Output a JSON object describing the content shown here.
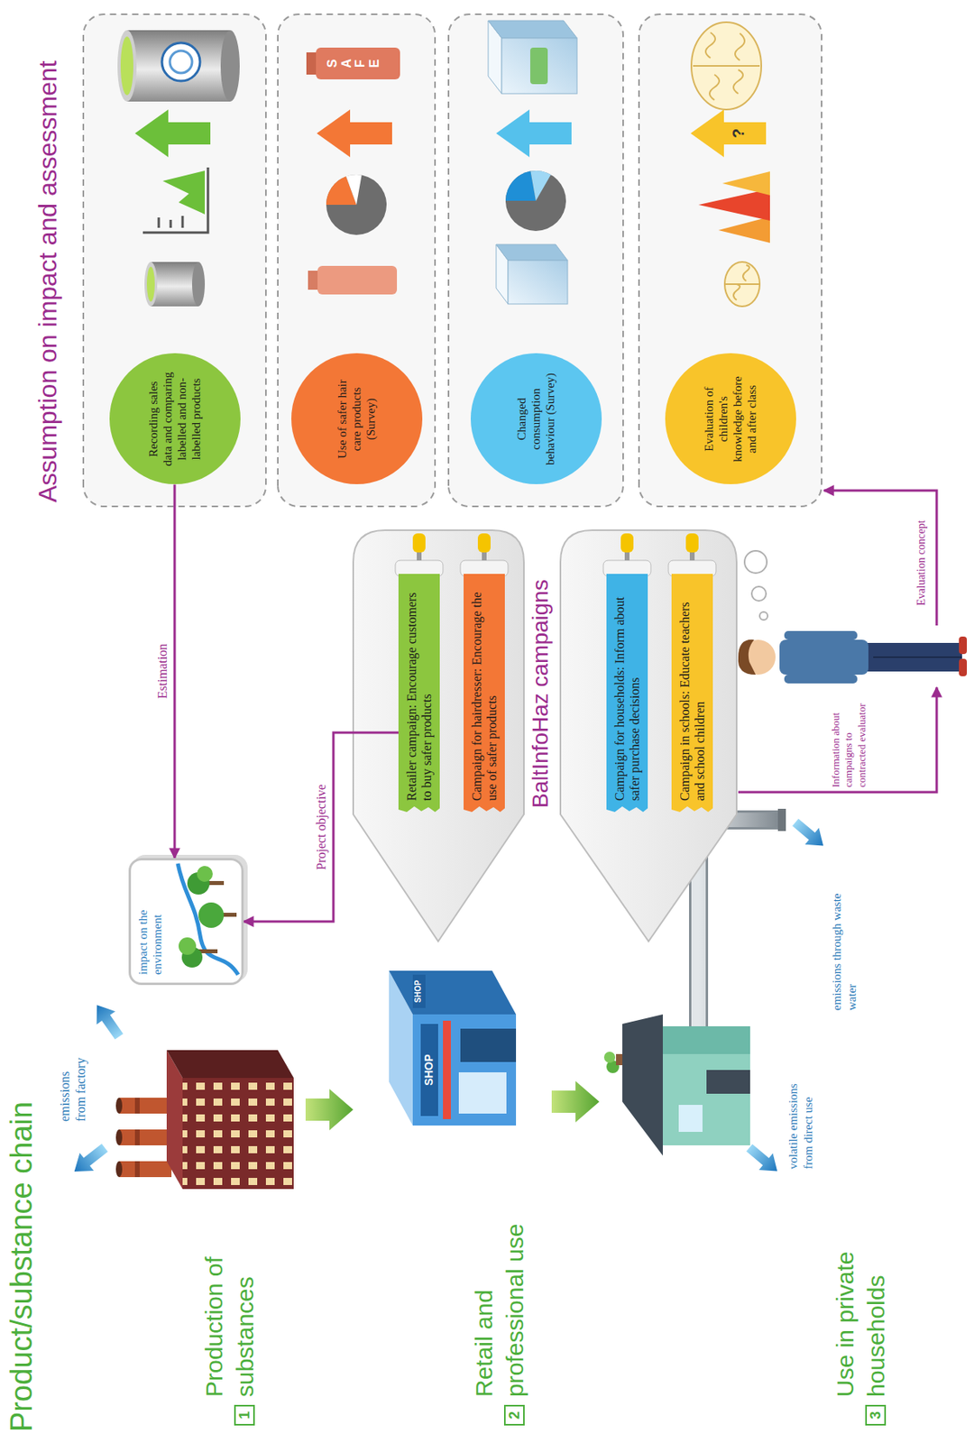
{
  "diagram": {
    "nodes": [
      {
        "text": [
          "1",
          "Production of substances"
        ]
      },
      {
        "text": [
          "2",
          "Retail and professional use"
        ]
      },
      {
        "text": [
          "3",
          "Use in private households"
        ]
      },
      {
        "text": [
          "impact on the environment"
        ]
      },
      {
        "text": [
          "Retailer campaign: Encourage customers to buy safer products"
        ]
      },
      {
        "text": [
          "Campaign for hairdresser: Encourage the use of safer products"
        ]
      },
      {
        "text": [
          "Campaign for households: Inform about safer purchase decisions"
        ]
      },
      {
        "text": [
          "Campaign in schools: Educate teachers and school children"
        ]
      },
      {
        "text": [
          "Recording sales data and comparing labelled and non-labelled products"
        ]
      },
      {
        "text": [
          "Use of safer hair care products (Survey)"
        ]
      },
      {
        "text": [
          "Changed consumption behaviour (Survey)"
        ]
      },
      {
        "text": [
          "Evaluation of children's knowledge before and after class"
        ]
      }
    ],
    "edges": [
      {
        "from": 8,
        "to": 3,
        "label": "Estimation",
        "arrow": "to"
      },
      {
        "from": 4,
        "to": 3,
        "label": "Project objective",
        "arrow": "to"
      }
    ],
    "labels": [
      "Product/substance chain",
      "emissions from factory",
      "SHOP",
      "SHOP",
      "volatile emissions from direct use",
      "emissions through waste water",
      "BaltInfoHaz campaigns",
      "Information about campaigns to contracted evaluator",
      "Evaluation concept",
      "Assumption on impact and assessment",
      "SAFE",
      "?"
    ]
  }
}
